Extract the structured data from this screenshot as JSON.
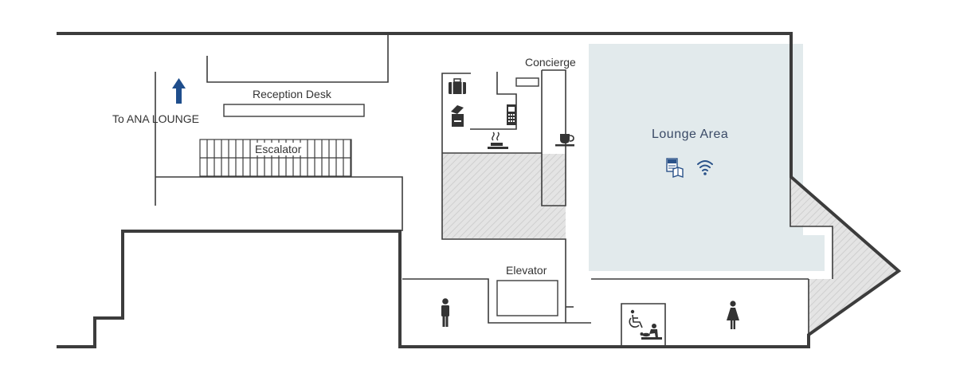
{
  "map": {
    "labels": {
      "to_ana_lounge": "To ANA LOUNGE",
      "reception_desk": "Reception Desk",
      "escalator": "Escalator",
      "concierge": "Concierge",
      "lounge_area": "Lounge Area",
      "elevator": "Elevator"
    },
    "icons": {
      "direction_arrow": "arrow-up-icon",
      "baggage": "luggage-icon",
      "copier": "copier-icon",
      "phone": "phone-icon",
      "smoking": "smoking-icon",
      "coffee": "coffee-icon",
      "newspaper": "newspaper-icon",
      "wifi": "wifi-icon",
      "mens_restroom": "man-icon",
      "womens_restroom": "woman-icon",
      "accessible_restroom": "wheelchair-icon",
      "baby_changing": "baby-changing-icon"
    },
    "colors": {
      "wall": "#3c3c3c",
      "lounge_fill": "#e2eaec",
      "arrow": "#1f4e8c",
      "lounge_icon": "#2a5289",
      "hatch": "#e0e0e0"
    }
  }
}
